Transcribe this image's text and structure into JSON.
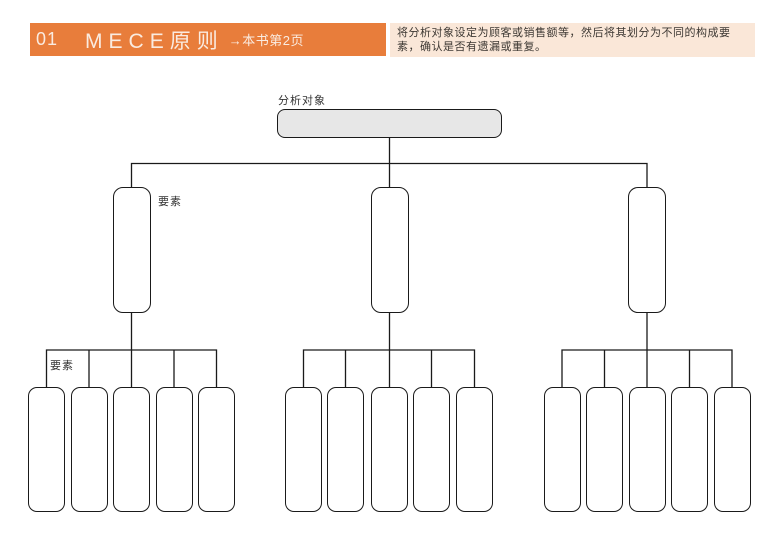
{
  "header": {
    "number": "01",
    "title": "MECE原则",
    "page_ref": "→本书第2页",
    "bar_color": "#E87D3B",
    "text_color": "#FAEBE0"
  },
  "description_box": {
    "text": "将分析对象设定为顾客或销售额等，然后将其划分为不同的构成要素，确认是否有遗漏或重复。",
    "background": "#FAE7D8"
  },
  "diagram": {
    "type": "tree",
    "root_label": "分析对象",
    "branch_label": "要素",
    "leaf_group_label": "要素",
    "branch_count": 3,
    "leaves_per_branch": 5,
    "root_fill": "#E7E7E7",
    "node_fill": "#FFFFFF",
    "line_color": "#1A1A1A"
  }
}
